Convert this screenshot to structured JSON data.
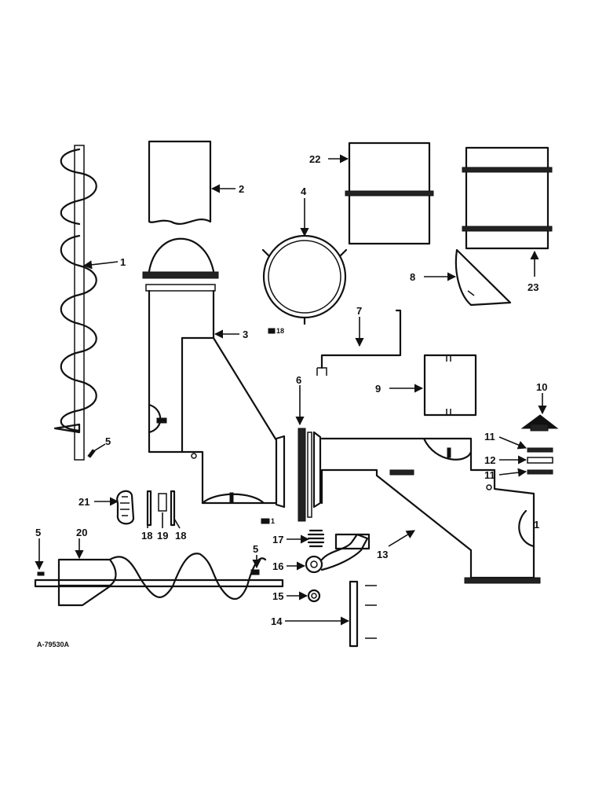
{
  "callouts": {
    "c1": "1",
    "c2": "2",
    "c3": "3",
    "c4": "4",
    "c5a": "5",
    "c5b": "5",
    "c5c": "5",
    "c6": "6",
    "c7": "7",
    "c8": "8",
    "c9": "9",
    "c10": "10",
    "c11a": "11",
    "c11b": "11",
    "c12": "12",
    "c13": "13",
    "c14": "14",
    "c15": "15",
    "c16": "16",
    "c17": "17",
    "c18a": "18",
    "c18b": "18",
    "c19": "19",
    "c20": "20",
    "c21": "21",
    "c22": "22",
    "c23": "23"
  },
  "inline_labels": {
    "bolt_18": "18",
    "bolt_1": "1",
    "wing_1": "1"
  },
  "drawing_number": "A-79530A"
}
